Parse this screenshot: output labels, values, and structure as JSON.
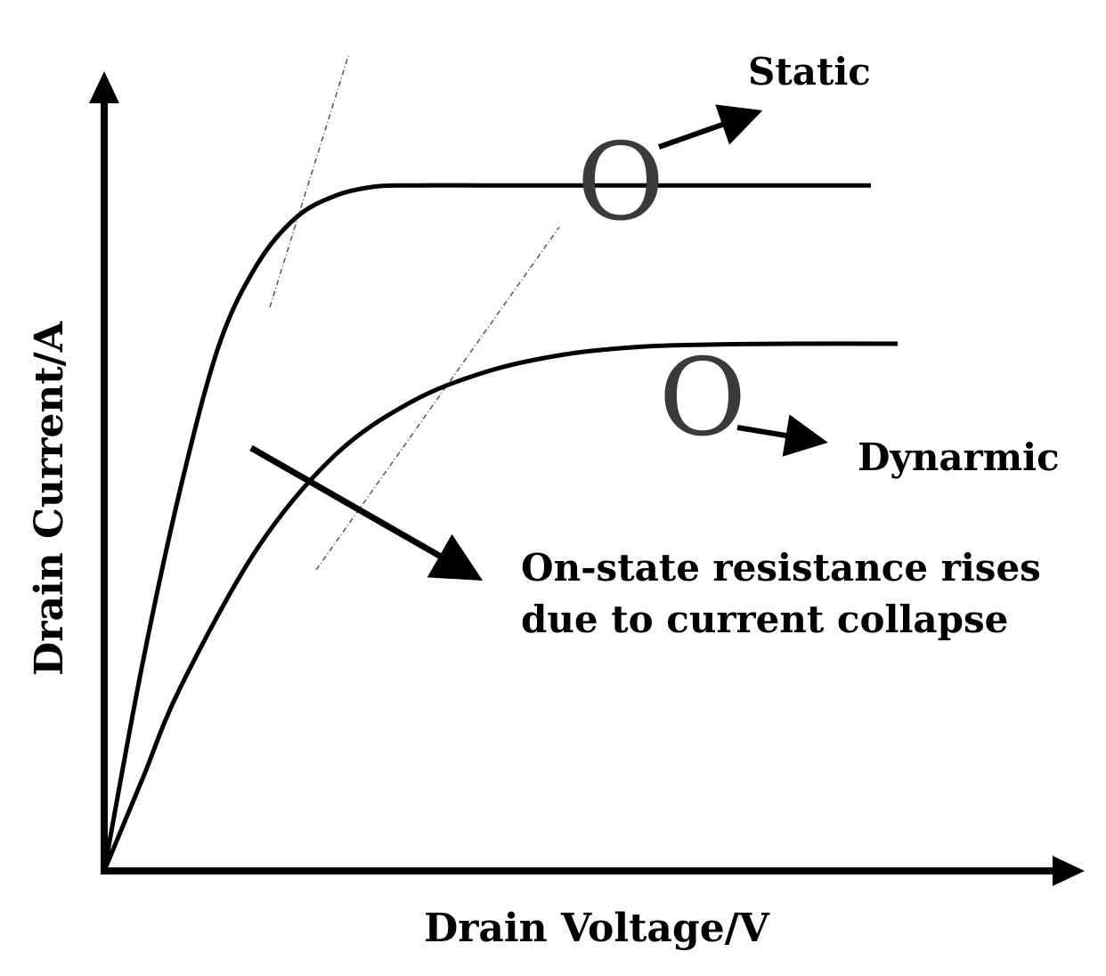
{
  "chart_data": {
    "type": "line",
    "title": "",
    "xlabel": "Drain Voltage/V",
    "ylabel": "Drain Current/A",
    "xlim": [
      0,
      10
    ],
    "ylim": [
      0,
      10
    ],
    "grid": false,
    "series": [
      {
        "name": "Static",
        "marker": "O",
        "x": [
          0,
          0.5,
          1.0,
          1.5,
          2.0,
          2.5,
          3.0,
          3.5,
          4.0,
          5.0,
          6.0,
          7.0,
          8.0,
          10.0
        ],
        "y": [
          0,
          2.7,
          5.0,
          6.85,
          7.9,
          8.5,
          8.78,
          8.9,
          8.92,
          8.92,
          8.92,
          8.92,
          8.92,
          8.92
        ]
      },
      {
        "name": "Dynarmic",
        "marker": "O",
        "x": [
          0,
          0.5,
          1.0,
          2.0,
          3.0,
          4.0,
          5.0,
          6.0,
          7.0,
          8.0,
          9.0,
          10.35
        ],
        "y": [
          0,
          1.2,
          2.4,
          4.2,
          5.4,
          6.1,
          6.5,
          6.72,
          6.82,
          6.85,
          6.86,
          6.86
        ]
      }
    ],
    "annotations": [
      {
        "text_lines": [
          "On-state resistance rises",
          "due to current collapse"
        ]
      }
    ]
  }
}
